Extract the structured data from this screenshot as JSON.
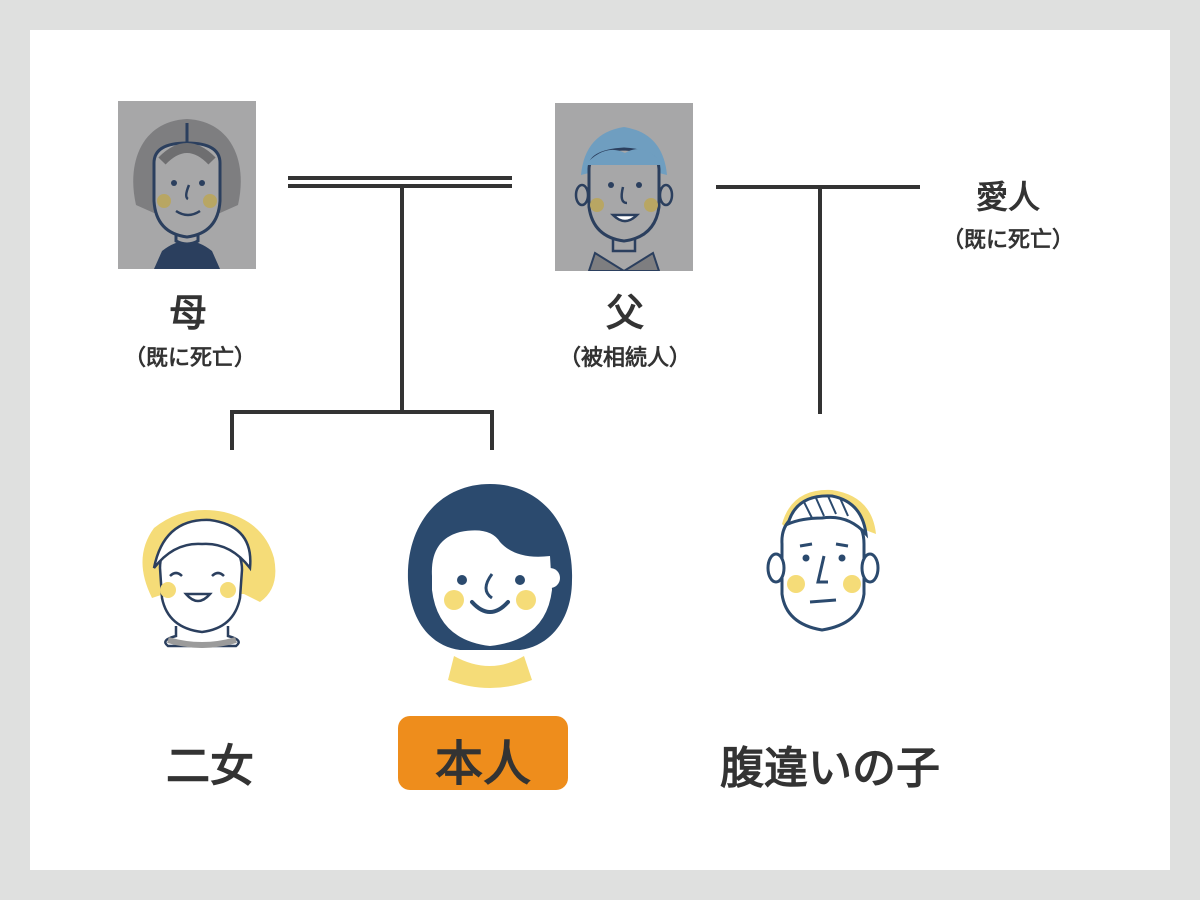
{
  "people": {
    "mother": {
      "name": "母",
      "note": "（既に死亡）"
    },
    "father": {
      "name": "父",
      "note": "（被相続人）"
    },
    "lover": {
      "name": "愛人",
      "note": "（既に死亡）"
    },
    "second_daughter": {
      "name": "二女"
    },
    "self": {
      "name": "本人"
    },
    "half_sibling": {
      "name": "腹違いの子"
    }
  },
  "colors": {
    "background": "#dfe0df",
    "panel": "#ffffff",
    "line": "#333333",
    "photo_bg": "#a7a7a8",
    "navy": "#2b4a6e",
    "yellow": "#f5dc78",
    "highlight": "#ee8d1c"
  }
}
